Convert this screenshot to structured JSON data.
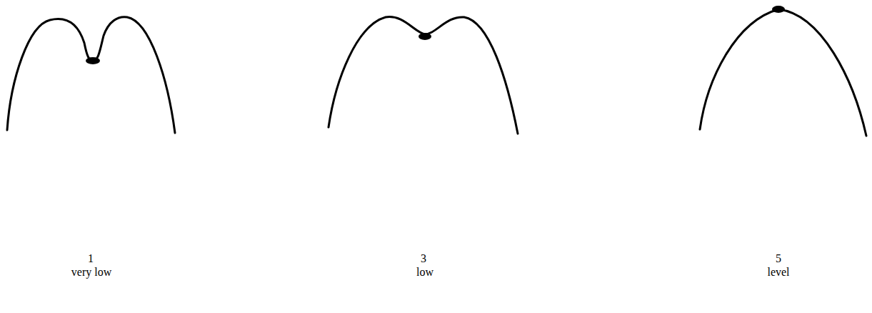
{
  "diagram": {
    "labels": [
      "1",
      "very low",
      "3",
      "low",
      "5",
      "level"
    ]
  }
}
